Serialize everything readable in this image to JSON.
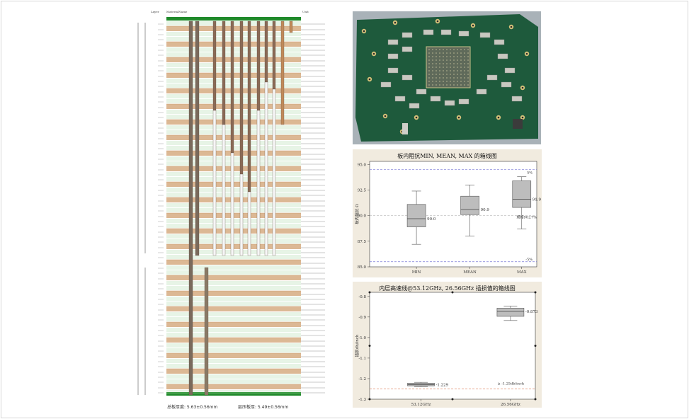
{
  "stackup": {
    "header_left": "Layer",
    "header_mid": "MaterialName",
    "header_right": "Unit",
    "footer_left": "总板厚度: 5.63±0.56mm",
    "footer_right": "层压板厚: 5.49±0.56mm"
  },
  "photo": {
    "description_name": "pcb-photo"
  },
  "charts": [
    {
      "title": "板内阻抗MIN, MEAN, MAX 的箱线图",
      "ylabel": "板内阻抗 Ω",
      "threshold_labels": [
        "5%",
        "-5%"
      ],
      "spec_label": "规格90±7%",
      "value_labels": [
        "90.0",
        "90.9",
        "91.9"
      ]
    },
    {
      "title": "内层高速线@53.12GHz, 26.56GHz 插损值的箱线图",
      "ylabel": "插损db/inch",
      "spec_label": "≥ -1.25db/inch",
      "value_labels": [
        "-1.229",
        "-0.873"
      ]
    }
  ],
  "chart_data": [
    {
      "type": "box",
      "title": "板内阻抗MIN, MEAN, MAX 的箱线图",
      "xlabel": "",
      "ylabel": "板内阻抗 Ω",
      "categories": [
        "MIN",
        "MEAN",
        "MAX"
      ],
      "boxes": [
        {
          "min": 87.2,
          "q1": 88.9,
          "median": 89.7,
          "q3": 91.1,
          "max": 92.4,
          "label": 90.0
        },
        {
          "min": 88.0,
          "q1": 90.1,
          "median": 90.6,
          "q3": 91.9,
          "max": 93.0,
          "label": 90.9
        },
        {
          "min": 88.7,
          "q1": 90.8,
          "median": 91.6,
          "q3": 93.4,
          "max": 93.8,
          "label": 91.9
        }
      ],
      "ylim": [
        85.0,
        95.3
      ],
      "yticks": [
        85.0,
        87.5,
        90.0,
        92.5,
        95.0
      ],
      "reference_lines": [
        {
          "value": 94.5,
          "label": "5%",
          "color": "#7b7bd8"
        },
        {
          "value": 85.5,
          "label": "-5%",
          "color": "#7b7bd8"
        },
        {
          "value": 90.0,
          "label": "规格90±7%",
          "color": "#b8b8b8"
        }
      ],
      "grid": false
    },
    {
      "type": "box",
      "title": "内层高速线@53.12GHz, 26.56GHz 插损值的箱线图",
      "xlabel": "",
      "ylabel": "插损db/inch",
      "categories": [
        "53.12GHz",
        "26.56GHz"
      ],
      "boxes": [
        {
          "min": -1.239,
          "q1": -1.235,
          "median": -1.229,
          "q3": -1.222,
          "max": -1.218,
          "label": -1.229
        },
        {
          "min": -0.917,
          "q1": -0.897,
          "median": -0.873,
          "q3": -0.857,
          "max": -0.847,
          "label": -0.873
        }
      ],
      "ylim": [
        -1.3,
        -0.78
      ],
      "yticks": [
        -1.3,
        -1.2,
        -1.1,
        -1.0,
        -0.9,
        -0.8
      ],
      "reference_lines": [
        {
          "value": -1.25,
          "label": "≥ -1.25db/inch",
          "color": "#e08a6b"
        }
      ],
      "grid": false
    }
  ]
}
